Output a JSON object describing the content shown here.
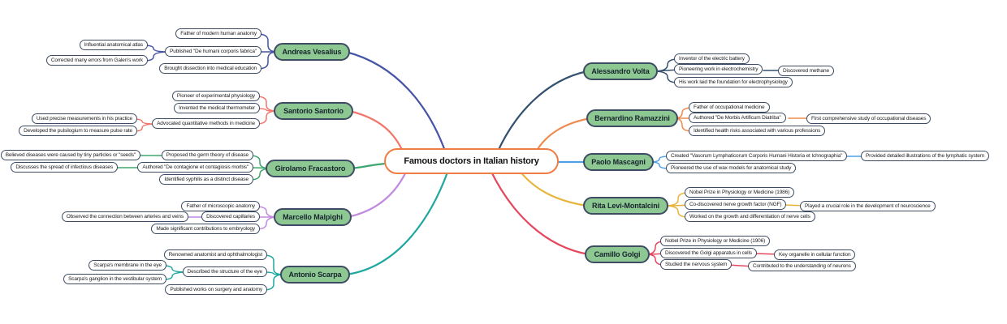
{
  "root": "Famous doctors in Italian history",
  "palette": {
    "background": "#ffffff",
    "root_border": "#ef7d45",
    "topic_fill": "#8dc791",
    "node_border": "#3e4c63"
  },
  "left": [
    {
      "label": "Andreas Vesalius",
      "color": "#4554a5",
      "children": [
        {
          "label": "Father of modern human anatomy"
        },
        {
          "label": "Published \"De humani corporis fabrica\"",
          "children": [
            {
              "label": "Influential anatomical atlas"
            },
            {
              "label": "Corrected many errors from Galen's work"
            }
          ]
        },
        {
          "label": "Brought dissection into medical education"
        }
      ]
    },
    {
      "label": "Santorio Santorio",
      "color": "#f2766b",
      "children": [
        {
          "label": "Pioneer of experimental physiology"
        },
        {
          "label": "Invented the medical thermometer"
        },
        {
          "label": "Advocated quantitative methods in medicine",
          "children": [
            {
              "label": "Used precise measurements in his practice"
            },
            {
              "label": "Developed the pulsilogium to measure pulse rate"
            }
          ]
        }
      ]
    },
    {
      "label": "Girolamo Fracastoro",
      "color": "#3fa56e",
      "children": [
        {
          "label": "Proposed the germ theory of disease",
          "children": [
            {
              "label": "Believed diseases were caused by tiny particles or \"seeds\""
            }
          ]
        },
        {
          "label": "Authored \"De contagione et contagiosis morbis\"",
          "children": [
            {
              "label": "Discusses the spread of infectious diseases"
            }
          ]
        },
        {
          "label": "Identified syphilis as a distinct disease"
        }
      ]
    },
    {
      "label": "Marcello Malpighi",
      "color": "#c18ae0",
      "children": [
        {
          "label": "Father of microscopic anatomy"
        },
        {
          "label": "Discovered capillaries",
          "children": [
            {
              "label": "Observed the connection between arteries and veins"
            }
          ]
        },
        {
          "label": "Made significant contributions to embryology"
        }
      ]
    },
    {
      "label": "Antonio Scarpa",
      "color": "#20a7a0",
      "children": [
        {
          "label": "Renowned anatomist and ophthalmologist"
        },
        {
          "label": "Described the structure of the eye",
          "children": [
            {
              "label": "Scarpa's membrane in the eye"
            },
            {
              "label": "Scarpa's ganglion in the vestibular system"
            }
          ]
        },
        {
          "label": "Published works on surgery and anatomy"
        }
      ]
    }
  ],
  "right": [
    {
      "label": "Alessandro Volta",
      "color": "#33516f",
      "children": [
        {
          "label": "Inventor of the electric battery"
        },
        {
          "label": "Pioneering work in electrochemistry",
          "children": [
            {
              "label": "Discovered methane"
            }
          ]
        },
        {
          "label": "His work laid the foundation for electrophysiology"
        }
      ]
    },
    {
      "label": "Bernardino Ramazzini",
      "color": "#ef8a4e",
      "children": [
        {
          "label": "Father of occupational medicine"
        },
        {
          "label": "Authored \"De Morbis Artificum Diatriba\"",
          "children": [
            {
              "label": "First comprehensive study of occupational diseases"
            }
          ]
        },
        {
          "label": "Identified health risks associated with various professions"
        }
      ]
    },
    {
      "label": "Paolo Mascagni",
      "color": "#4f9fe5",
      "children": [
        {
          "label": "Created \"Vasorum Lymphaticorum Corporis Humani Historia et Ichnographia\"",
          "children": [
            {
              "label": "Provided detailed illustrations of the lymphatic system"
            }
          ]
        },
        {
          "label": "Pioneered the use of wax models for anatomical study"
        }
      ]
    },
    {
      "label": "Rita Levi-Montalcini",
      "color": "#e7b53c",
      "children": [
        {
          "label": "Nobel Prize in Physiology or Medicine (1986)"
        },
        {
          "label": "Co-discovered nerve growth factor (NGF)",
          "children": [
            {
              "label": "Played a crucial role in the development of neuroscience"
            }
          ]
        },
        {
          "label": "Worked on the growth and differentiation of nerve cells"
        }
      ]
    },
    {
      "label": "Camillo Golgi",
      "color": "#e4485f",
      "children": [
        {
          "label": "Nobel Prize in Physiology or Medicine (1906)"
        },
        {
          "label": "Discovered the Golgi apparatus in cells",
          "children": [
            {
              "label": "Key organelle in cellular function"
            }
          ]
        },
        {
          "label": "Studied the nervous system",
          "children": [
            {
              "label": "Contributed to the understanding of neurons"
            }
          ]
        }
      ]
    }
  ]
}
